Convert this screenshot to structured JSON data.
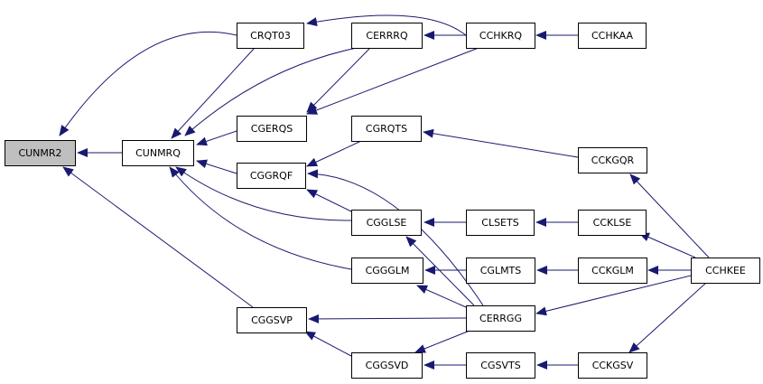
{
  "graph": {
    "root": "CUNMR2",
    "colors": {
      "edge": "#191970",
      "node_fill": "#ffffff",
      "root_fill": "#bfbfbf",
      "border": "#000000"
    },
    "nodes": {
      "cunmr2": "CUNMR2",
      "cunmrq": "CUNMRQ",
      "crqt03": "CRQT03",
      "cgerqs": "CGERQS",
      "cggrqf": "CGGRQF",
      "cggsvp": "CGGSVP",
      "cerrrq": "CERRRQ",
      "cgrqts": "CGRQTS",
      "cgglse": "CGGLSE",
      "cggglm": "CGGGLM",
      "cggsvd": "CGGSVD",
      "cchkrq": "CCHKRQ",
      "clsets": "CLSETS",
      "cglmts": "CGLMTS",
      "cerrgg": "CERRGG",
      "cgsvts": "CGSVTS",
      "cchkaa": "CCHKAA",
      "cchkgqr": "CCKGQR",
      "ccklse": "CCKLSE",
      "cckglm": "CCKGLM",
      "cckgsv": "CCKGSV",
      "cchkee": "CCHKEE"
    },
    "edges": [
      {
        "from": "cunmrq",
        "to": "cunmr2"
      },
      {
        "from": "crqt03",
        "to": "cunmr2"
      },
      {
        "from": "cggsvp",
        "to": "cunmr2"
      },
      {
        "from": "crqt03",
        "to": "cunmrq"
      },
      {
        "from": "cerrrq",
        "to": "cunmrq"
      },
      {
        "from": "cgerqs",
        "to": "cunmrq"
      },
      {
        "from": "cggrqf",
        "to": "cunmrq"
      },
      {
        "from": "cgglse",
        "to": "cunmrq"
      },
      {
        "from": "cggglm",
        "to": "cunmrq"
      },
      {
        "from": "cchkrq",
        "to": "crqt03"
      },
      {
        "from": "cerrrq",
        "to": "cgerqs"
      },
      {
        "from": "cchkrq",
        "to": "cgerqs"
      },
      {
        "from": "cgrqts",
        "to": "cggrqf"
      },
      {
        "from": "cgglse",
        "to": "cggrqf"
      },
      {
        "from": "cerrgg",
        "to": "cggrqf"
      },
      {
        "from": "cerrgg",
        "to": "cggsvp"
      },
      {
        "from": "cggsvd",
        "to": "cggsvp"
      },
      {
        "from": "cchkrq",
        "to": "cerrrq"
      },
      {
        "from": "cchkgqr",
        "to": "cgrqts"
      },
      {
        "from": "clsets",
        "to": "cgglse"
      },
      {
        "from": "cerrgg",
        "to": "cgglse"
      },
      {
        "from": "cglmts",
        "to": "cggglm"
      },
      {
        "from": "cerrgg",
        "to": "cggglm"
      },
      {
        "from": "cerrgg",
        "to": "cggsvd"
      },
      {
        "from": "cgsvts",
        "to": "cggsvd"
      },
      {
        "from": "cchkaa",
        "to": "cchkrq"
      },
      {
        "from": "ccklse",
        "to": "clsets"
      },
      {
        "from": "cckglm",
        "to": "cglmts"
      },
      {
        "from": "cchkee",
        "to": "cerrgg"
      },
      {
        "from": "cckgsv",
        "to": "cgsvts"
      },
      {
        "from": "cchkee",
        "to": "cchkgqr"
      },
      {
        "from": "cchkee",
        "to": "ccklse"
      },
      {
        "from": "cchkee",
        "to": "cckglm"
      },
      {
        "from": "cchkee",
        "to": "cckgsv"
      }
    ]
  }
}
